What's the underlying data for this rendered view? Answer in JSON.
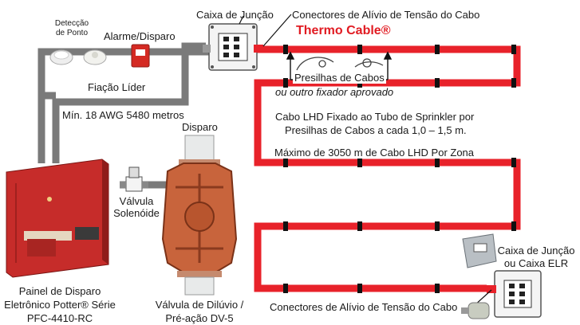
{
  "labels": {
    "detection_point": "Detecção de Ponto",
    "alarm_trigger": "Alarme/Disparo",
    "junction_box_top": "Caixa de Junção",
    "strain_relief_top": "Conectores de Alívio de Tensão do Cabo",
    "brand": "Thermo Cable®",
    "cable_clips": "Presilhas de Cabos",
    "other_fastener": "ou outro fixador aprovado",
    "leader_wiring": "Fiação Líder",
    "min_awg": "Mín. 18 AWG 5480 metros",
    "trigger": "Disparo",
    "lhd_fixed_line1": "Cabo LHD Fixado ao Tubo de Sprinkler por",
    "lhd_fixed_line2": "Presilhas de Cabos a cada 1,0 – 1,5 m.",
    "max_lhd": "Máximo de 3050 m de Cabo LHD Por Zona",
    "solenoid_valve": "Válvula Solenóide",
    "panel_line1": "Painel de Disparo",
    "panel_line2": "Eletrônico Potter® Série",
    "panel_line3": "PFC-4410-RC",
    "deluge_valve_line1": "Válvula de Dilúvio /",
    "deluge_valve_line2": "Pré-ação DV-5",
    "strain_relief_bottom": "Conectores de Alívio de Tensão do Cabo",
    "junction_box_elr_line1": "Caixa de Junção",
    "junction_box_elr_line2": "ou Caixa ELR"
  },
  "colors": {
    "cable_red": "#e8222a",
    "wire_gray": "#777777",
    "panel_red": "#c62c2a",
    "valve_orange": "#c8643c",
    "tick_black": "#111111"
  },
  "icons": [
    "smoke-detector-icon",
    "heat-detector-icon",
    "pull-station-icon",
    "junction-box-icon",
    "cable-clip-icon",
    "solenoid-valve-icon",
    "control-panel-icon",
    "deluge-valve-icon",
    "elr-box-icon"
  ]
}
